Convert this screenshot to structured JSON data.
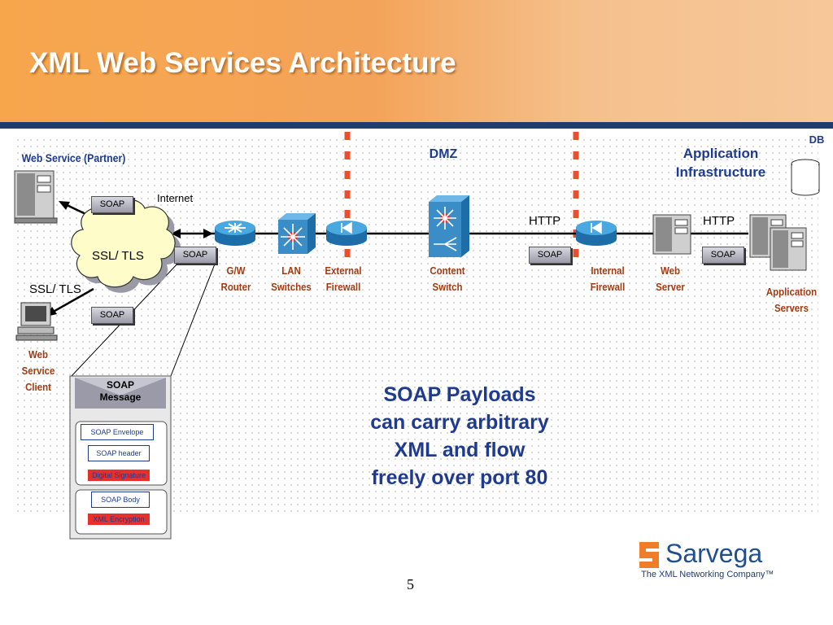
{
  "title": "XML Web Services Architecture",
  "labels": {
    "partner": "Web Service (Partner)",
    "internet": "Internet",
    "ssl_tls_cloud": "SSL/ TLS",
    "ssl_tls_left": "SSL/ TLS",
    "client_1": "Web",
    "client_2": "Service",
    "client_3": "Client",
    "gw_router_1": "G/W",
    "gw_router_2": "Router",
    "lan_1": "LAN",
    "lan_2": "Switches",
    "ext_fw_1": "External",
    "ext_fw_2": "Firewall",
    "dmz": "DMZ",
    "content_1": "Content",
    "content_2": "Switch",
    "http_1": "HTTP",
    "int_fw_1": "Internal",
    "int_fw_2": "Firewall",
    "web_server_1": "Web",
    "web_server_2": "Server",
    "http_2": "HTTP",
    "app_infra_1": "Application",
    "app_infra_2": "Infrastructure",
    "db": "DB",
    "app_servers_1": "Application",
    "app_servers_2": "Servers"
  },
  "soap_tag": "SOAP",
  "message": {
    "title_1": "SOAP",
    "title_2": "Message",
    "envelope": "SOAP Envelope",
    "header": "SOAP header",
    "signature": "Digital Signature",
    "body": "SOAP Body",
    "encryption": "XML Encryption"
  },
  "payload": [
    "SOAP Payloads",
    "can carry arbitrary",
    "XML and flow",
    "freely over port 80"
  ],
  "page_number": "5",
  "logo": {
    "name": "Sarvega",
    "tagline": "The XML Networking Company™"
  },
  "colors": {
    "accent_blue": "#1f3b8f",
    "label_brown": "#a23b10",
    "firewall_line": "#e8502a",
    "header_orange": "#f7a64c"
  }
}
